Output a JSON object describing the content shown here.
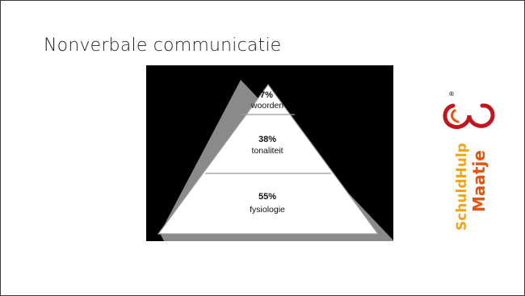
{
  "slide": {
    "title": "Nonverbale communicatie"
  },
  "pyramid": {
    "levels": [
      {
        "percent": "7%",
        "label": "woorden",
        "value": 7
      },
      {
        "percent": "38%",
        "label": "tonaliteit",
        "value": 38
      },
      {
        "percent": "55%",
        "label": "fysiologie",
        "value": 55
      }
    ]
  },
  "logo": {
    "line1": "SchuldHulp",
    "line2": "Maatje",
    "registered": "®",
    "color_primary": "#e8540e",
    "color_secondary": "#f3a21a",
    "color_heart": "#c0161d"
  }
}
